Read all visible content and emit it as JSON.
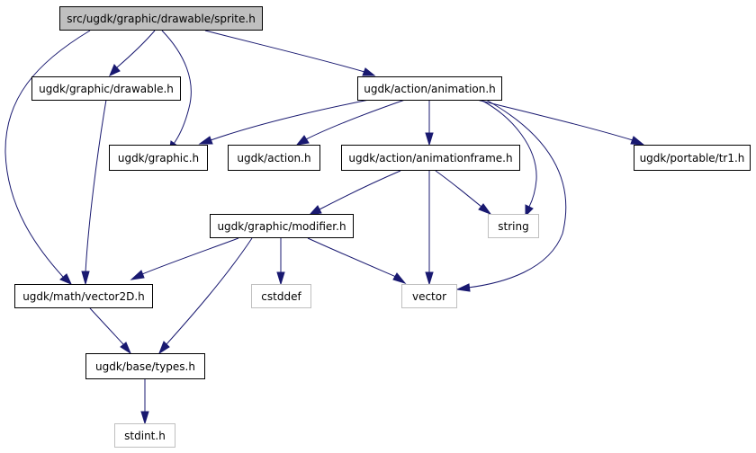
{
  "graph": {
    "edge_color": "#191970",
    "current_fill": "#bfbfbf",
    "external_border": "#bfbfbf",
    "nodes": {
      "sprite": "src/ugdk/graphic/drawable/sprite.h",
      "drawable": "ugdk/graphic/drawable.h",
      "animation": "ugdk/action/animation.h",
      "graphic": "ugdk/graphic.h",
      "action": "ugdk/action.h",
      "animationframe": "ugdk/action/animationframe.h",
      "tr1": "ugdk/portable/tr1.h",
      "modifier": "ugdk/graphic/modifier.h",
      "string": "string",
      "vector2D": "ugdk/math/vector2D.h",
      "cstddef": "cstddef",
      "vector": "vector",
      "types": "ugdk/base/types.h",
      "stdint": "stdint.h"
    }
  }
}
